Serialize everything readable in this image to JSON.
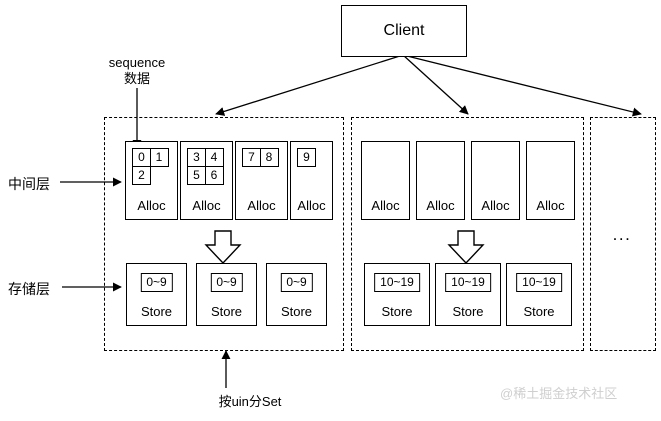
{
  "diagram": {
    "title": "Client",
    "watermark": "@稀土掘金技术社区",
    "ellipsis": "...",
    "labels": {
      "middle_layer": "中间层",
      "storage_layer": "存储层",
      "sequence_annotation": "sequence\n数据",
      "sequence_annotation_line1": "sequence",
      "sequence_annotation_line2": "数据",
      "uin_set": "按uin分Set"
    },
    "groups": [
      {
        "id": "set-0",
        "alloc_nodes": [
          {
            "label": "Alloc",
            "cells": [
              [
                "0",
                "1"
              ],
              [
                "2"
              ]
            ]
          },
          {
            "label": "Alloc",
            "cells": [
              [
                "3",
                "4"
              ],
              [
                "5",
                "6"
              ]
            ]
          },
          {
            "label": "Alloc",
            "cells": [
              [
                "7",
                "8"
              ]
            ]
          },
          {
            "label": "Alloc",
            "cells": [
              [
                "9"
              ]
            ]
          }
        ],
        "store_nodes": [
          {
            "label": "Store",
            "range": "0~9"
          },
          {
            "label": "Store",
            "range": "0~9"
          },
          {
            "label": "Store",
            "range": "0~9"
          }
        ]
      },
      {
        "id": "set-1",
        "alloc_nodes": [
          {
            "label": "Alloc",
            "cells": []
          },
          {
            "label": "Alloc",
            "cells": []
          },
          {
            "label": "Alloc",
            "cells": []
          },
          {
            "label": "Alloc",
            "cells": []
          }
        ],
        "store_nodes": [
          {
            "label": "Store",
            "range": "10~19"
          },
          {
            "label": "Store",
            "range": "10~19"
          },
          {
            "label": "Store",
            "range": "10~19"
          }
        ]
      },
      {
        "id": "set-2",
        "alloc_nodes": [],
        "store_nodes": []
      }
    ],
    "colors": {
      "stroke": "#000000",
      "background": "#ffffff",
      "watermark": "#cfcfcf"
    }
  }
}
